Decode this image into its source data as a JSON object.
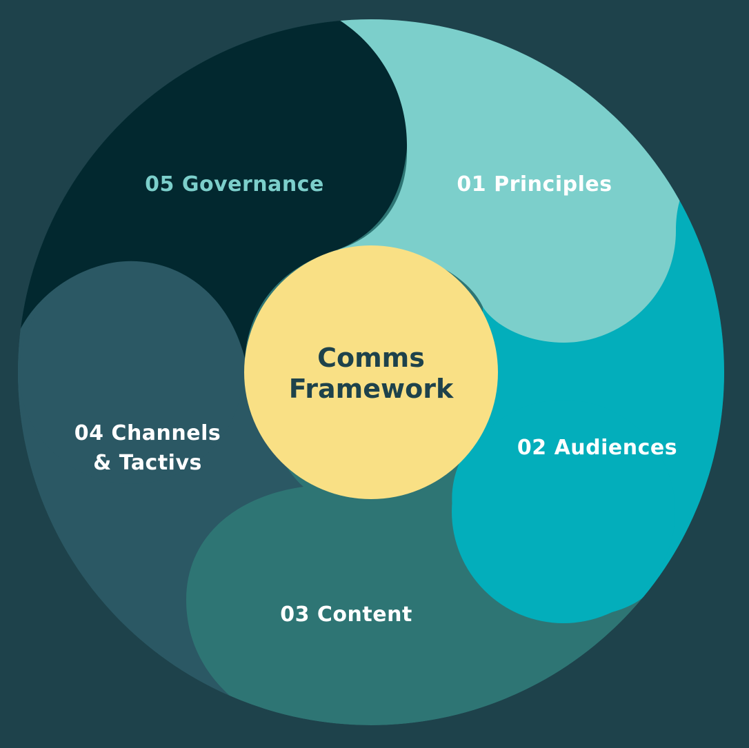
{
  "diagram": {
    "center": {
      "line1": "Comms",
      "line2": "Framework",
      "fill": "#f9e085",
      "text_color": "#1e424b"
    },
    "segments": [
      {
        "id": "principles",
        "label": "01 Principles",
        "fill": "#7ccfcb",
        "text_color": "#ffffff"
      },
      {
        "id": "audiences",
        "label": "02 Audiences",
        "fill": "#03aebb",
        "text_color": "#ffffff"
      },
      {
        "id": "content",
        "label": "03 Content",
        "fill": "#2e7574",
        "text_color": "#ffffff"
      },
      {
        "id": "channels",
        "label_line1": "04 Channels",
        "label_line2": "& Tactivs",
        "fill": "#2b5864",
        "text_color": "#ffffff"
      },
      {
        "id": "governance",
        "label": "05 Governance",
        "fill": "#02282f",
        "text_color": "#7ccfcb"
      }
    ],
    "background": "#1e424b"
  }
}
